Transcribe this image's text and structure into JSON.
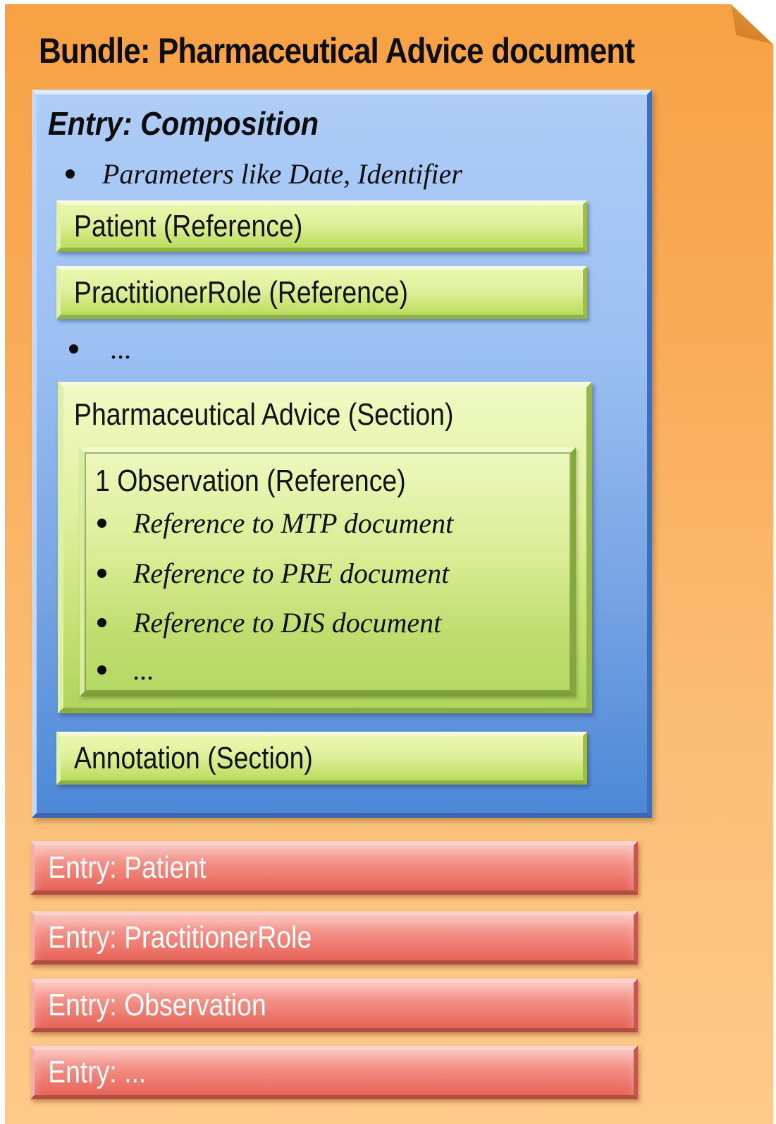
{
  "page": {
    "title": "Bundle: Pharmaceutical Advice document"
  },
  "composition": {
    "title": "Entry: Composition",
    "parameters_bullet": "Parameters like Date, Identifier",
    "patient_bar": "Patient (Reference)",
    "practitioner_bar": "PractitionerRole (Reference)",
    "ellipsis_bullet": "...",
    "section": {
      "title": "Pharmaceutical Advice (Section)",
      "observation": {
        "title": "1 Observation (Reference)",
        "bullets": [
          "Reference to MTP document",
          "Reference to PRE document",
          "Reference to DIS document",
          "..."
        ]
      }
    },
    "annotation_bar": "Annotation (Section)"
  },
  "entries": [
    {
      "label": "Entry: Patient"
    },
    {
      "label": "Entry: PractitionerRole"
    },
    {
      "label": "Entry: Observation"
    },
    {
      "label": "Entry: ..."
    }
  ],
  "colors": {
    "page_orange_top": "#F8A144",
    "page_orange_bottom": "#FDCA8A",
    "fold_orange": "#D5812A",
    "blue_top": "#AECDF7",
    "blue_bottom": "#4C88D7",
    "green_bar": "#BADD62",
    "green_section": "#AFD55F",
    "red_bar": "#E5655A",
    "text_dark": "#0D0D0D",
    "text_light": "#FFFFFF"
  }
}
